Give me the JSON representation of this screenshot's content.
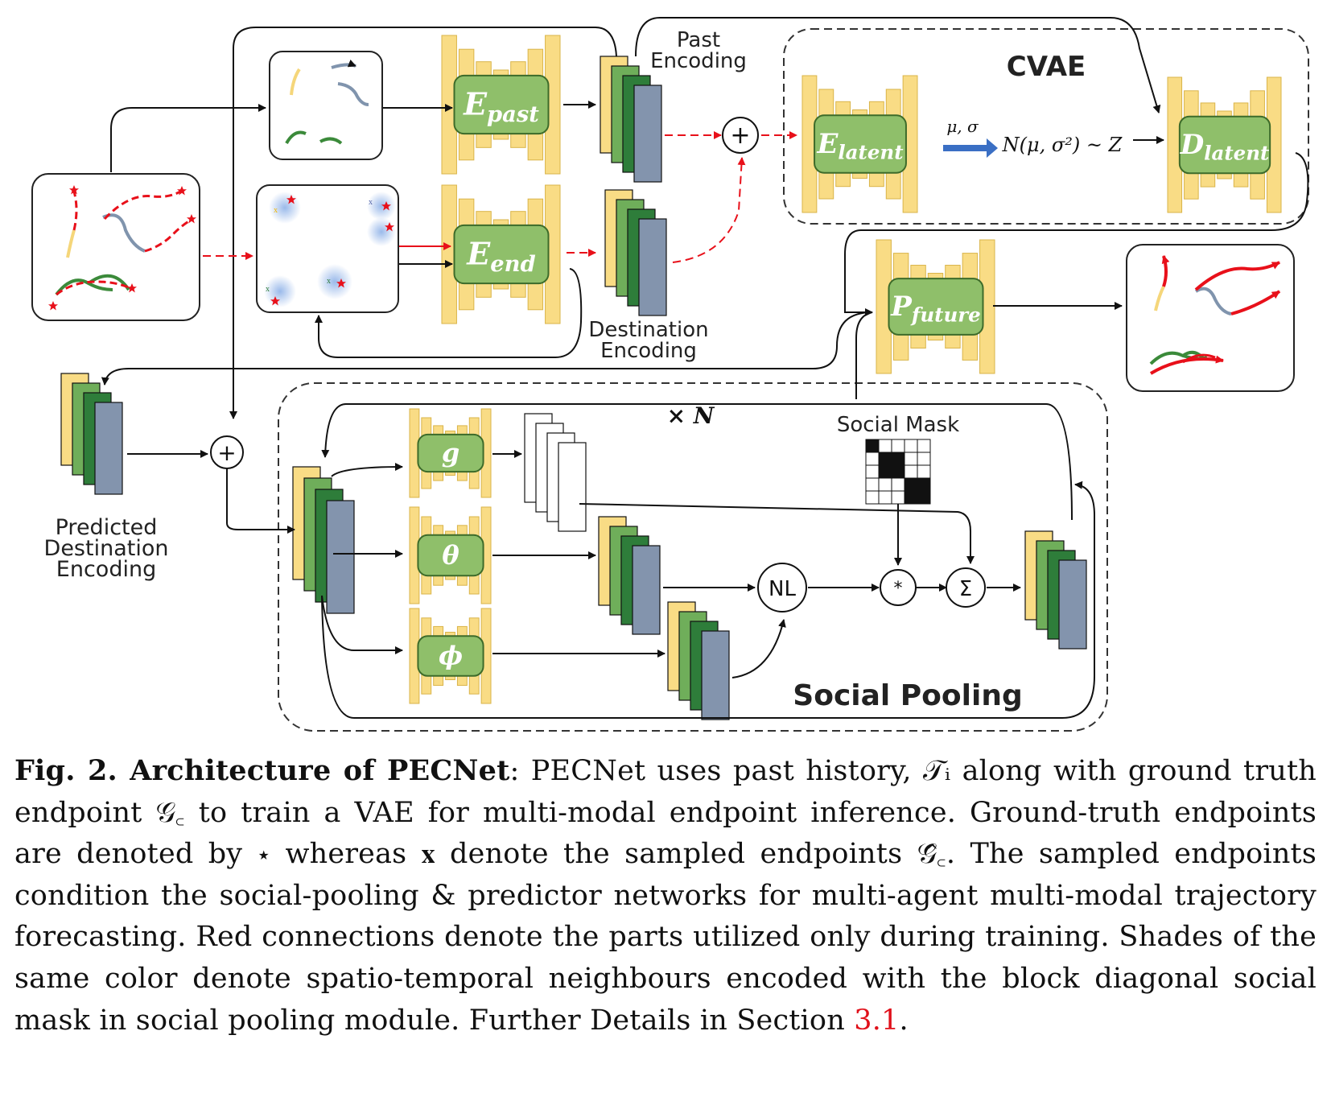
{
  "figure": {
    "labels": {
      "past_encoding": [
        "Past",
        "Encoding"
      ],
      "destination_encoding": [
        "Destination",
        "Encoding"
      ],
      "predicted_destination_encoding": [
        "Predicted",
        "Destination",
        "Encoding"
      ],
      "cvae": "CVAE",
      "social_pooling": "Social Pooling",
      "social_mask": "Social Mask",
      "times_n": "× N",
      "mu_sigma": "μ, σ",
      "gaussian": "N(μ, σ²) ~ Z",
      "nl": "NL",
      "mult": "*",
      "sum": "Σ",
      "plus": "+"
    },
    "modules": {
      "e_past": {
        "main": "E",
        "sub": "past"
      },
      "e_end": {
        "main": "E",
        "sub": "end"
      },
      "e_latent": {
        "main": "E",
        "sub": "latent"
      },
      "d_latent": {
        "main": "D",
        "sub": "latent"
      },
      "p_future": {
        "main": "P",
        "sub": "future"
      },
      "g": "g",
      "theta": "θ",
      "phi": "ϕ"
    },
    "colors": {
      "yellow": "#f9dc85",
      "green_light": "#6fae5a",
      "green_dark": "#2e7d3a",
      "slate": "#8394ad",
      "module_green": "#8fbf6a",
      "red": "#e8101a",
      "blue_arrow": "#3a6fc4"
    },
    "icons": [
      "trajectory-input-icon",
      "past-trajectory-icon",
      "endpoint-heatmap-icon",
      "predicted-trajectory-icon",
      "social-mask-grid-icon"
    ]
  },
  "caption": {
    "fig_label": "Fig. 2. Architecture of PECNet",
    "text": ": PECNet uses past history, 𝒯ᵢ along with ground truth endpoint 𝒢꜀ to train a VAE for multi-modal endpoint inference. Ground-truth endpoints are denoted by ⋆ whereas 𝐱 denote the sampled endpoints 𝒢̂꜀. The sampled endpoints condition the social-pooling & predictor networks for multi-agent multi-modal trajectory forecasting. Red connections denote the parts utilized only during training. Shades of the same color denote spatio-temporal neighbours encoded with the block diagonal social mask in social pooling module. Further Details in Section ",
    "section_ref": "3.1",
    "end": "."
  }
}
